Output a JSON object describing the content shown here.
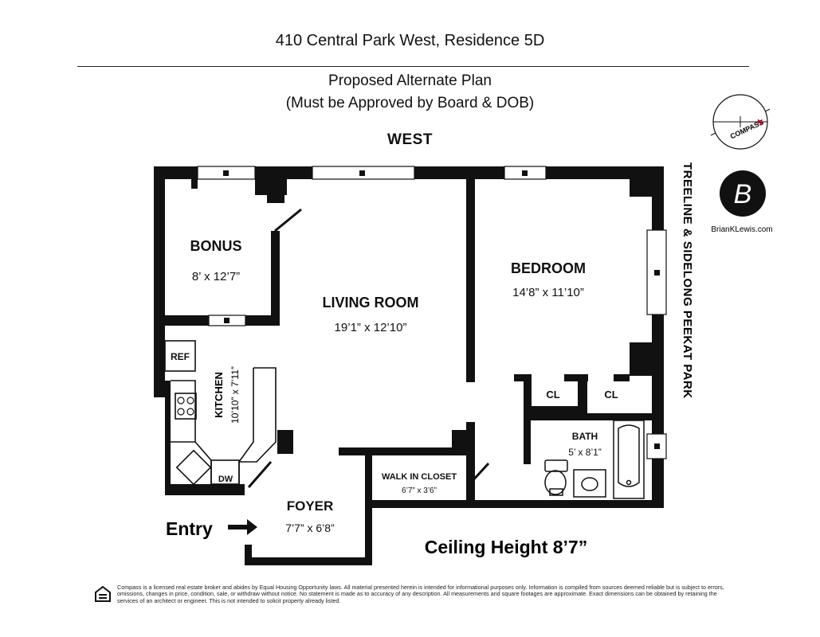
{
  "header": {
    "address": "410 Central Park West, Residence 5D",
    "subtitle_line1": "Proposed Alternate Plan",
    "subtitle_line2": "(Must be Approved by Board & DOB)",
    "orientation_label": "WEST"
  },
  "side_label": "TREELINE & SIDELONG PEEKAT PARK",
  "compass": {
    "text": "COMPASS",
    "north_mark": "N"
  },
  "brand": {
    "logo_letter": "B",
    "website": "BrianKLewis.com"
  },
  "rooms": {
    "bonus": {
      "name": "BONUS",
      "dims": "8’ x 12’7”"
    },
    "living_room": {
      "name": "LIVING ROOM",
      "dims": "19’1” x 12’10”"
    },
    "bedroom": {
      "name": "BEDROOM",
      "dims": "14’8” x 11’10”"
    },
    "kitchen": {
      "name": "KITCHEN",
      "dims": "10’10” x 7’11”"
    },
    "foyer": {
      "name": "FOYER",
      "dims": "7’7” x 6’8”"
    },
    "walk_in_closet": {
      "name": "WALK IN CLOSET",
      "dims": "6’7” x 3’6”"
    },
    "bath": {
      "name": "BATH",
      "dims": "5’ x 8’1”"
    },
    "closet_1": {
      "name": "CL"
    },
    "closet_2": {
      "name": "CL"
    },
    "ref": {
      "name": "REF"
    },
    "dw": {
      "name": "DW"
    }
  },
  "entry_label": "Entry",
  "ceiling_height": "Ceiling Height 8’7”",
  "disclaimer": "Compass is a licensed real estate broker and abides by Equal Housing Opportunity laws. All material presented herein is intended for informational purposes only. Information is compiled from sources deemed reliable but is subject to errors, omissions, changes in price, condition, sale, or withdraw without notice. No statement is made as to accuracy of any description. All measurements and square footages are approximate. Exact dimensions can be obtained by retaining the services of an architect or engineer. This is not intended to solicit property already listed."
}
